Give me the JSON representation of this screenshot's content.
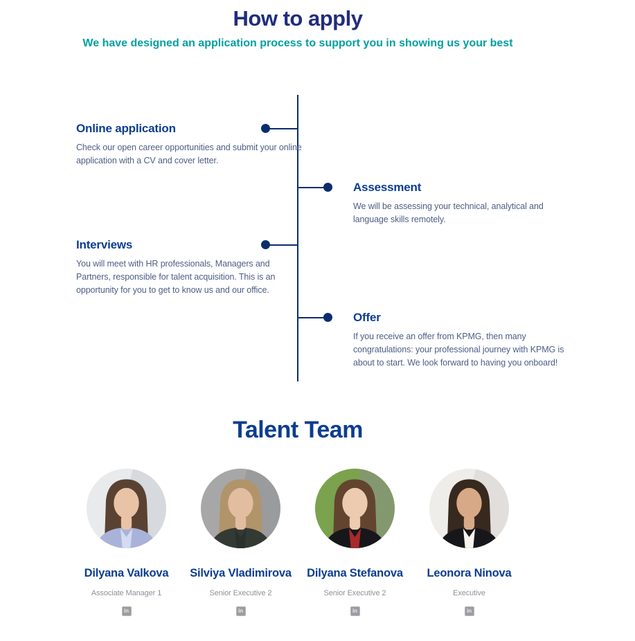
{
  "header": {
    "title": "How to apply",
    "subtitle": "We have designed an application process to support you in showing us your best"
  },
  "timeline": {
    "steps": [
      {
        "side": "left",
        "title": "Online application",
        "description": "Check our open career opportunities and submit your online application with a CV and cover letter."
      },
      {
        "side": "right",
        "title": "Assessment",
        "description": "We will be assessing your technical, analytical and language skills remotely."
      },
      {
        "side": "left",
        "title": "Interviews",
        "description": "You will meet with HR professionals, Managers and Partners, responsible for talent acquisition. This is an opportunity for you to get to know us and our office."
      },
      {
        "side": "right",
        "title": "Offer",
        "description": "If you receive an offer from KPMG, then many congratulations: your professional journey  with KPMG is about to start. We look forward to having you onboard!"
      }
    ]
  },
  "team": {
    "title": "Talent Team",
    "members": [
      {
        "name": "Dilyana Valkova",
        "role": "Associate Manager 1",
        "linkedin_label": "in",
        "avatar": {
          "bg1": "#e9eaec",
          "bg2": "#c7cbd1",
          "hair": "#5a4232",
          "skin": "#e9c3a5",
          "top": "#a9b3d9",
          "accent": "#d4daf0"
        }
      },
      {
        "name": "Silviya Vladimirova",
        "role": "Senior Executive 2",
        "linkedin_label": "in",
        "avatar": {
          "bg1": "#a7a7a8",
          "bg2": "#909194",
          "hair": "#b1946a",
          "skin": "#e2bda0",
          "top": "#333a34",
          "accent": "#2a302b"
        }
      },
      {
        "name": "Dilyana Stefanova",
        "role": "Senior Executive 2",
        "linkedin_label": "in",
        "avatar": {
          "bg1": "#7ba24d",
          "bg2": "#8b8f8a",
          "hair": "#63452f",
          "skin": "#edcbb0",
          "top": "#17171b",
          "accent": "#a82a2a"
        }
      },
      {
        "name": "Leonora Ninova",
        "role": "Executive",
        "linkedin_label": "in",
        "avatar": {
          "bg1": "#efedea",
          "bg2": "#d6d2ce",
          "hair": "#38291f",
          "skin": "#d8a987",
          "top": "#17171b",
          "accent": "#f7f4ee"
        }
      }
    ]
  },
  "colors": {
    "title_navy": "#212d7c",
    "subtitle_teal": "#019fa2",
    "heading_blue": "#0c3d91",
    "body_text": "#4e5e85",
    "timeline_line": "#0a2d6e",
    "role_gray": "#8d9097",
    "linkedin_gray": "#9b9da0"
  }
}
